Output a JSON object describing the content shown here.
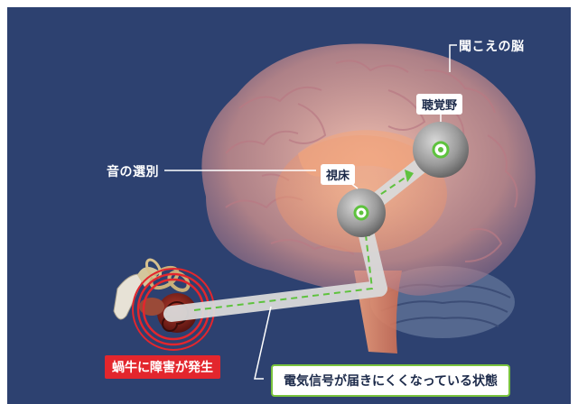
{
  "labels": {
    "hearing_brain": "聞こえの脳",
    "auditory_cortex": "聴覚野",
    "sound_selection": "音の選別",
    "thalamus": "視床",
    "cochlea_damage": "蝸牛に障害が発生",
    "signal_status": "電気信号が届きにくくなっている状態"
  },
  "colors": {
    "background": "#2d4170",
    "brain": "#f0b8a8",
    "pathway": "#cfcfcf",
    "signal_arrow": "#5ec23e",
    "alert": "#e3262d",
    "node": "#8f8f8f"
  }
}
